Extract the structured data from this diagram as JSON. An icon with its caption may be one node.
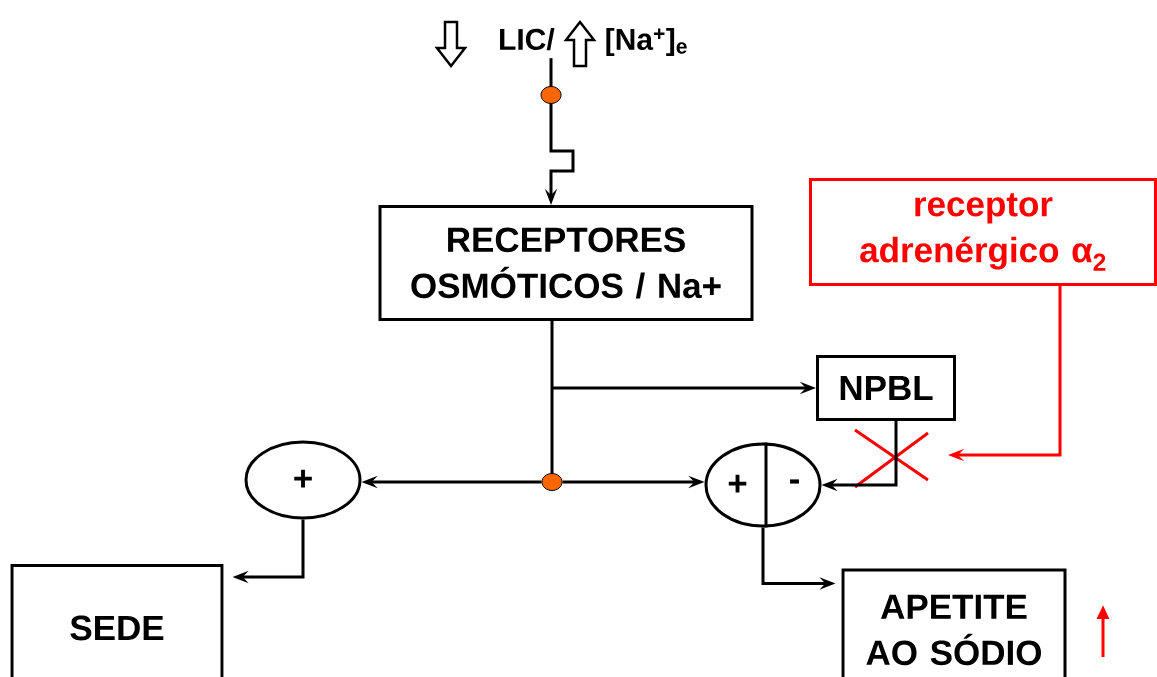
{
  "diagram": {
    "nodes": [
      {
        "text": [
          "LIC/",
          "[Na$^{+}$]$_{e}$"
        ]
      },
      {
        "text": [],
        "shape": "circle"
      },
      {
        "text": [
          "RECEPTORES OSMÓTICOS / Na+"
        ]
      },
      {
        "text": [
          "receptor adrenérgico α$_{2}$"
        ]
      },
      {
        "text": [
          "NPBL"
        ]
      },
      {
        "text": [
          "+"
        ]
      },
      {
        "text": [],
        "shape": "circle"
      },
      {
        "text": [
          "+",
          "-"
        ]
      },
      {
        "text": [
          "SEDE"
        ]
      },
      {
        "text": [
          "APETITE AO SÓDIO"
        ]
      }
    ],
    "edges": [
      {
        "from": 0,
        "to": 1,
        "arrow": "none"
      },
      {
        "from": 1,
        "to": 2,
        "arrow": "to"
      },
      {
        "from": 2,
        "to": 6,
        "arrow": "none"
      },
      {
        "from": 2,
        "to": 4,
        "arrow": "to"
      },
      {
        "from": 6,
        "to": 5,
        "arrow": "to"
      },
      {
        "from": 6,
        "to": 7,
        "arrow": "to"
      },
      {
        "from": 4,
        "to": 7,
        "arrow": "to"
      },
      {
        "from": 3,
        "to": null,
        "arrow": "to",
        "color": "#ff0000"
      },
      {
        "from": 5,
        "to": 8,
        "arrow": "to"
      },
      {
        "from": 7,
        "to": 9,
        "arrow": "to"
      }
    ]
  }
}
